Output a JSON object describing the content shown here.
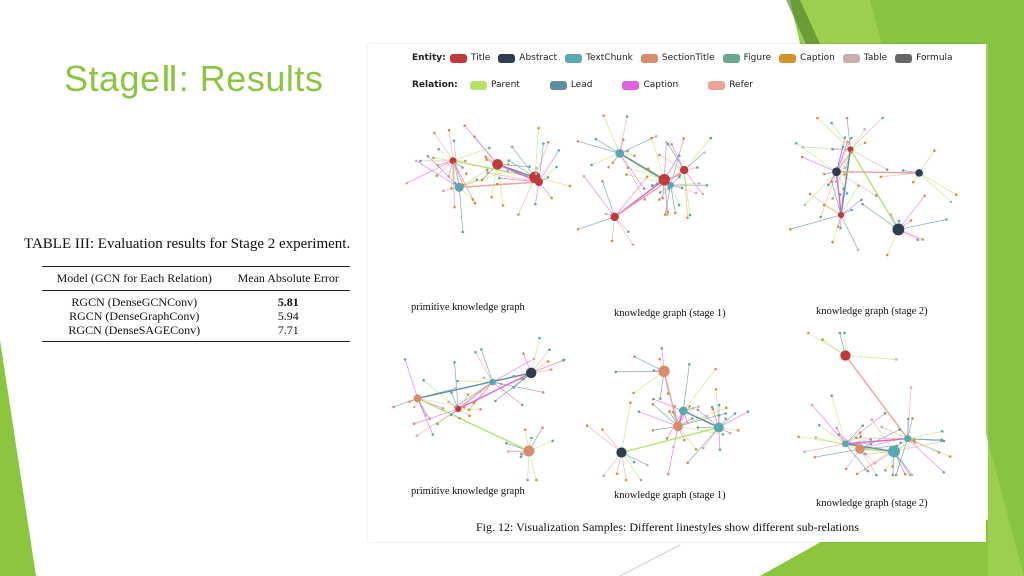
{
  "slide": {
    "title": "StageⅡ: Results"
  },
  "table": {
    "caption": "TABLE III: Evaluation results for Stage 2 experiment.",
    "headers": [
      "Model (GCN for Each Relation)",
      "Mean Absolute Error"
    ],
    "rows": [
      {
        "model": "RGCN (DenseGCNConv)",
        "mae": "5.81",
        "best": true
      },
      {
        "model": "RGCN (DenseGraphConv)",
        "mae": "5.94",
        "best": false
      },
      {
        "model": "RGCN (DenseSAGEConv)",
        "mae": "7.71",
        "best": false
      }
    ]
  },
  "figure": {
    "legend": {
      "entity_label": "Entity:",
      "entities": [
        {
          "name": "Title",
          "color": "#c0393b"
        },
        {
          "name": "Abstract",
          "color": "#2f3e4e"
        },
        {
          "name": "TextChunk",
          "color": "#5ba8b3"
        },
        {
          "name": "SectionTitle",
          "color": "#d98c6c"
        },
        {
          "name": "Figure",
          "color": "#6aa88e"
        },
        {
          "name": "Caption",
          "color": "#d4922a"
        },
        {
          "name": "Table",
          "color": "#c9aeb0"
        },
        {
          "name": "Formula",
          "color": "#666666"
        }
      ],
      "relation_label": "Relation:",
      "relations": [
        {
          "name": "Parent",
          "color": "#b5e26b"
        },
        {
          "name": "Lead",
          "color": "#5e8fa0"
        },
        {
          "name": "Caption",
          "color": "#e060e0"
        },
        {
          "name": "Refer",
          "color": "#eaa39b"
        }
      ]
    },
    "panels": [
      {
        "caption": "primitive knowledge graph"
      },
      {
        "caption": "knowledge graph (stage 1)"
      },
      {
        "caption": "knowledge graph (stage 2)"
      },
      {
        "caption": "primitive knowledge graph"
      },
      {
        "caption": "knowledge graph (stage 1)"
      },
      {
        "caption": "knowledge graph (stage 2)"
      }
    ],
    "caption": "Fig. 12: Visualization Samples: Different linestyles show different sub-relations"
  }
}
